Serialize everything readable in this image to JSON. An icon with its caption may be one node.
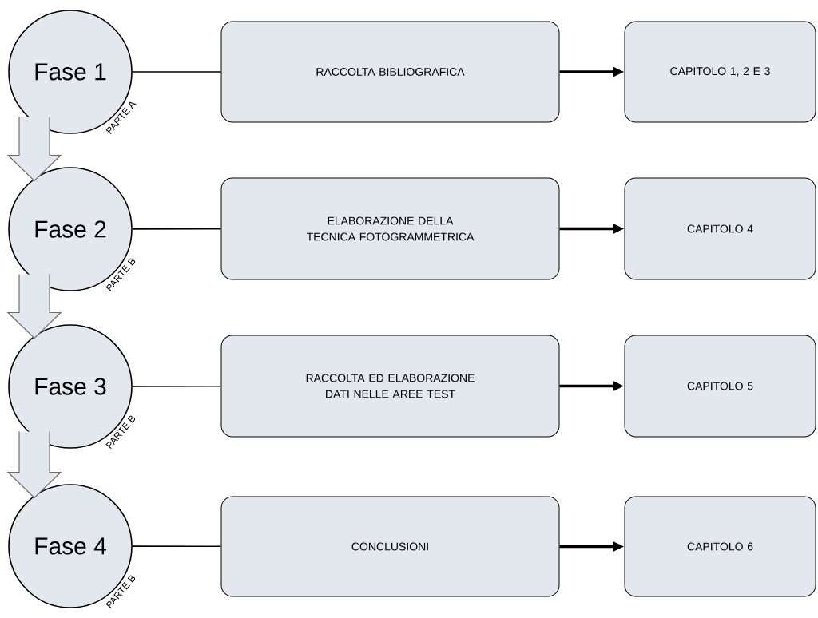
{
  "diagram": {
    "nodes": [
      {
        "text": [
          "Fase 1"
        ],
        "beside": [
          "PARTE A"
        ]
      },
      {
        "text": [
          "RACCOLTA BIBLIOGRAFICA"
        ]
      },
      {
        "text": [
          "CAPITOLO 1, 2 E 3"
        ]
      },
      {
        "text": [
          "Fase 2"
        ],
        "beside": [
          "PARTE B"
        ]
      },
      {
        "text": [
          "ELABORAZIONE DELLA TECNICA FOTOGRAMMETRICA"
        ]
      },
      {
        "text": [
          "CAPITOLO 4"
        ]
      },
      {
        "text": [
          "Fase 3"
        ],
        "beside": [
          "PARTE B"
        ]
      },
      {
        "text": [
          "RACCOLTA ED ELABORAZIONE DATI NELLE AREE TEST"
        ]
      },
      {
        "text": [
          "CAPITOLO 5"
        ]
      },
      {
        "text": [
          "Fase 4"
        ],
        "beside": [
          "PARTE B"
        ]
      },
      {
        "text": [
          "CONCLUSIONI"
        ]
      },
      {
        "text": [
          "CAPITOLO 6"
        ]
      }
    ],
    "edges": [
      {
        "from": 0,
        "to": 1,
        "arrow": "none"
      },
      {
        "from": 1,
        "to": 2,
        "arrow": "to",
        "style": "thick"
      },
      {
        "from": 3,
        "to": 4,
        "arrow": "none"
      },
      {
        "from": 4,
        "to": 5,
        "arrow": "to",
        "style": "thick"
      },
      {
        "from": 6,
        "to": 7,
        "arrow": "none"
      },
      {
        "from": 7,
        "to": 8,
        "arrow": "to",
        "style": "thick"
      },
      {
        "from": 9,
        "to": 10,
        "arrow": "none"
      },
      {
        "from": 10,
        "to": 11,
        "arrow": "to",
        "style": "thick"
      },
      {
        "from": 0,
        "to": 3,
        "arrow": "to"
      },
      {
        "from": 3,
        "to": 6,
        "arrow": "to"
      },
      {
        "from": 6,
        "to": 9,
        "arrow": "to"
      }
    ]
  }
}
